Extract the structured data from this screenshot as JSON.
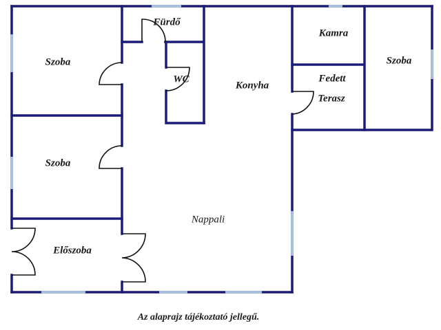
{
  "rooms": {
    "szoba_1": "Szoba",
    "szoba_2": "Szoba",
    "szoba_3": "Szoba",
    "furdo": "Fürdő",
    "wc": "WC",
    "konyha": "Konyha",
    "kamra": "Kamra",
    "fedett_terasz_line1": "Fedett",
    "fedett_terasz_line2": "Terasz",
    "nappali": "Nappali",
    "eloszoba": "Előszoba"
  },
  "note": "Az alaprajz tájékoztató jellegű.",
  "colors": {
    "wall": "#1c1c78",
    "window": "#a9c4e0",
    "door": "#111111"
  }
}
